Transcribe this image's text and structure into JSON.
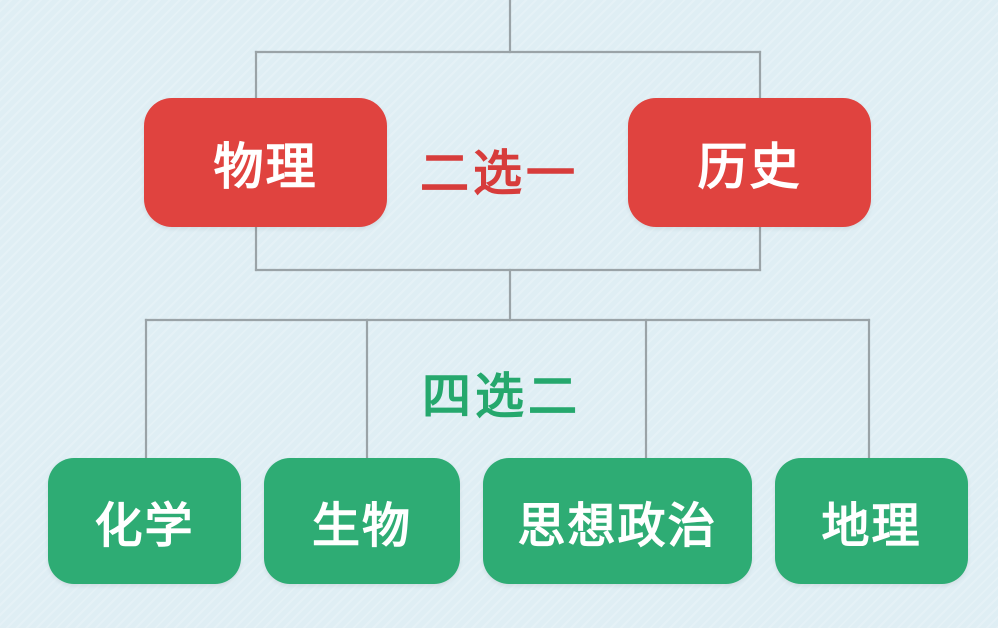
{
  "diagram": {
    "top_group": {
      "label": "二选一",
      "label_color": "#d73c3b",
      "box_color": "#e0433f",
      "options": [
        "物理",
        "历史"
      ]
    },
    "bottom_group": {
      "label": "四选二",
      "label_color": "#25a86d",
      "box_color": "#2eac74",
      "options": [
        "化学",
        "生物",
        "思想政治",
        "地理"
      ]
    },
    "connector_color": "#9aa3a7",
    "background_color": "#dfeef4"
  }
}
